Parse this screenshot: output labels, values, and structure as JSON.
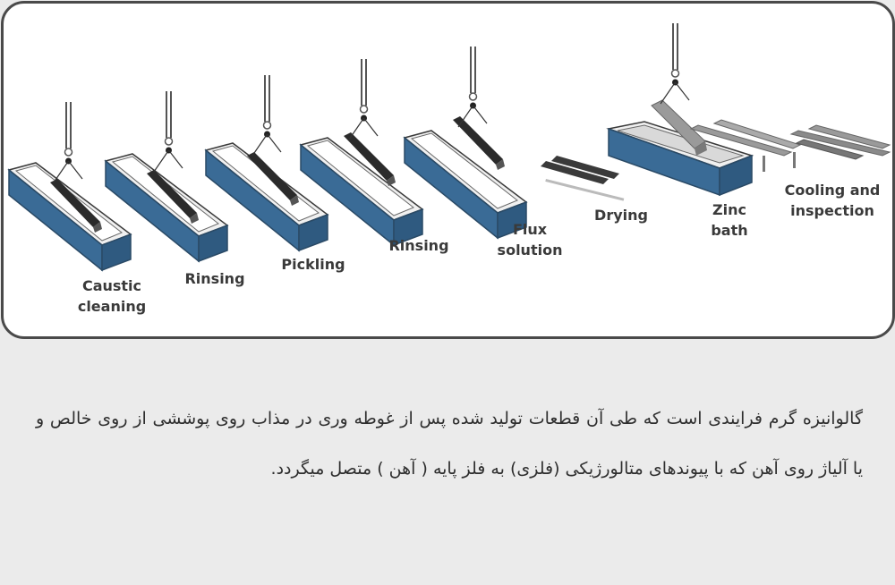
{
  "diagram": {
    "stage_labels": {
      "caustic_cleaning": "Caustic\ncleaning",
      "rinsing_1": "Rinsing",
      "pickling": "Pickling",
      "rinsing_2": "Rinsing",
      "flux_solution": "Flux\nsolution",
      "drying": "Drying",
      "zinc_bath": "Zinc\nbath",
      "cooling_inspection": "Cooling and\ninspection"
    },
    "colors": {
      "tank_blue": "#3a6b96",
      "tank_rim": "#ececec",
      "beam_dark": "#2b2b2b",
      "zinc_beam": "#9a9a9a"
    }
  },
  "caption": {
    "text": "گالوانیزه گرم فرایندی است که طی آن قطعات تولید شده پس از غوطه وری در مذاب روی پوششی از روی خالص و یا آلیاژ روی آهن که با پیوندهای متالورژیکی (فلزی) به فلز پایه ( آهن ) متصل میگردد."
  }
}
